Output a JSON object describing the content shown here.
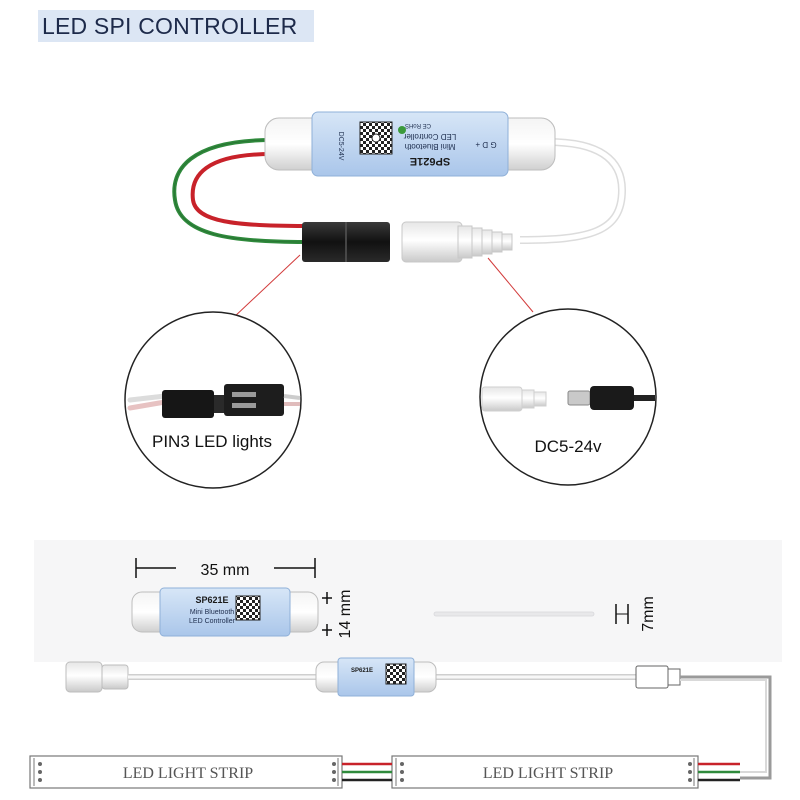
{
  "page": {
    "title": "LED SPI CONTROLLER"
  },
  "controller": {
    "model": "SP621E",
    "line1": "Mini Bluetooth",
    "line2": "LED Controller",
    "voltage": "DC5-24V",
    "pins": "G D +",
    "marks": "CE RoHS"
  },
  "callouts": {
    "left_label": "PIN3 LED lights",
    "right_label": "DC5-24v"
  },
  "dimensions": {
    "length": "35 mm",
    "height": "14 mm",
    "thickness": "7mm"
  },
  "wiring": {
    "strip_label": "LED  LIGHT STRIP"
  },
  "colors": {
    "accent": "#c8222a",
    "title_bg": "#dce6f4",
    "label_blue": "#3a74c4"
  }
}
